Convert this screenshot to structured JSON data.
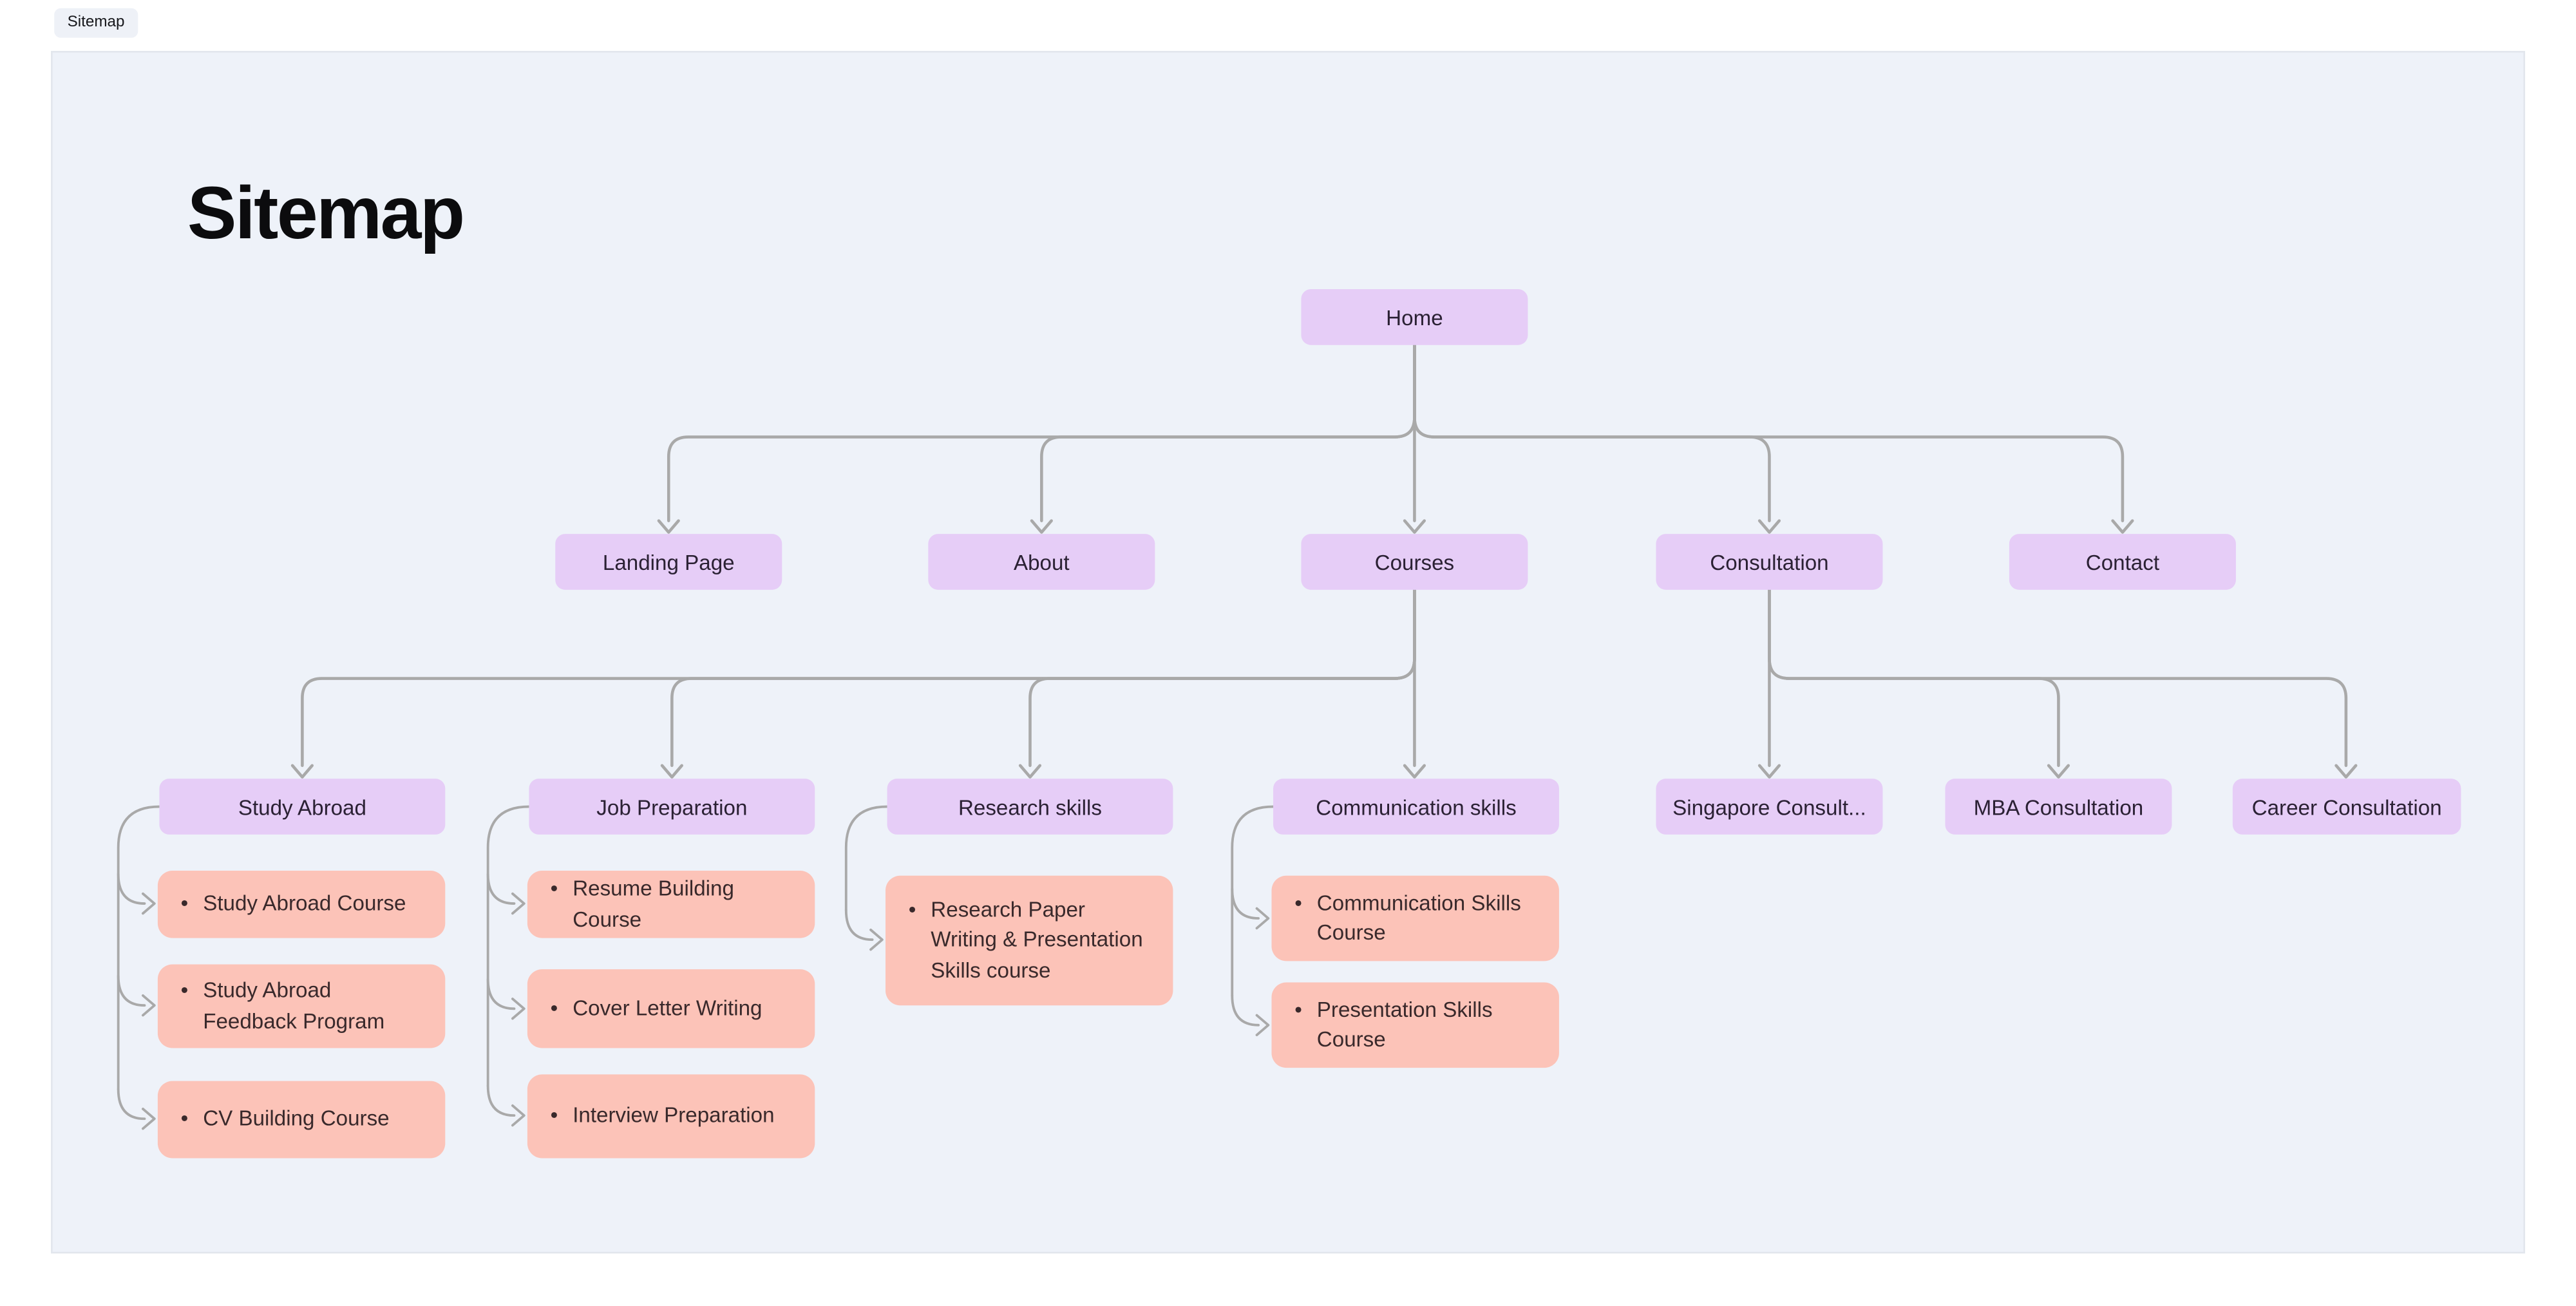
{
  "app": {
    "tab_label": "Sitemap"
  },
  "canvas": {
    "title": "Sitemap"
  },
  "tree": {
    "root": {
      "label": "Home"
    },
    "level2": [
      {
        "label": "Landing Page"
      },
      {
        "label": "About"
      },
      {
        "label": "Courses"
      },
      {
        "label": "Consultation"
      },
      {
        "label": "Contact"
      }
    ],
    "level3": [
      {
        "label": "Study Abroad"
      },
      {
        "label": "Job Preparation"
      },
      {
        "label": "Research skills"
      },
      {
        "label": "Communication skills"
      },
      {
        "label": "Singapore Consult..."
      },
      {
        "label": "MBA Consultation"
      },
      {
        "label": "Career Consultation"
      }
    ],
    "leaves": {
      "study_abroad": [
        "Study Abroad Course",
        "Study Abroad Feedback Program",
        "CV Building Course"
      ],
      "job_preparation": [
        "Resume Building Course",
        "Cover Letter Writing",
        "Interview Preparation"
      ],
      "research_skills": [
        "Research Paper Writing & Presentation Skills course"
      ],
      "communication_skills": [
        "Communication Skills Course",
        "Presentation Skills Course"
      ]
    },
    "bullet": "•"
  },
  "colors": {
    "canvas_bg": "#eef2f9",
    "nav_node": "#e6cdf7",
    "leaf_node": "#fcc3b8",
    "connector": "#a9a9a9"
  }
}
